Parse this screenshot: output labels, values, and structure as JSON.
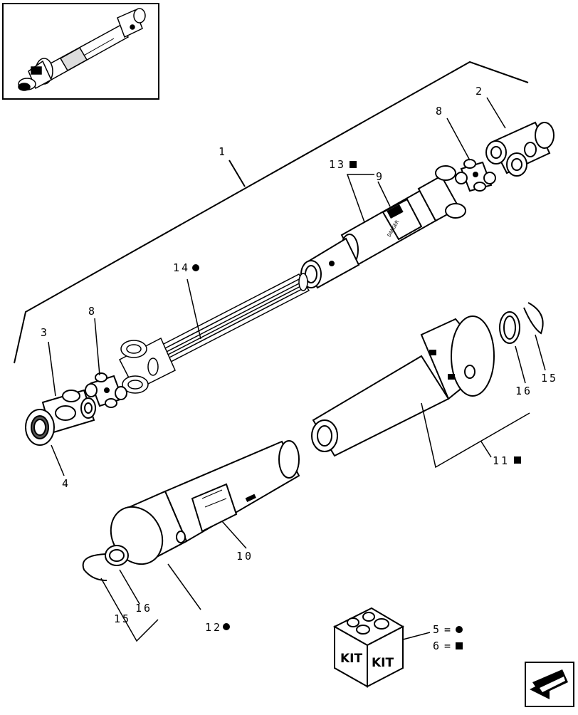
{
  "callouts": {
    "c1": "1",
    "c2": "2",
    "c3": "3",
    "c4": "4",
    "c8a": "8",
    "c8b": "8",
    "c9": "9",
    "c10": "10",
    "c11": "11",
    "c12": "12",
    "c13": "13",
    "c14": "14",
    "c15a": "15",
    "c15b": "15",
    "c16a": "16",
    "c16b": "16"
  },
  "kit": {
    "label_left": "KIT",
    "label_right": "KIT",
    "legend": [
      {
        "number": "5",
        "eq": "=",
        "symbol": "circle"
      },
      {
        "number": "6",
        "eq": "=",
        "symbol": "square"
      }
    ]
  },
  "symbols": {
    "c11": "square",
    "c12": "circle",
    "c13": "square",
    "c14": "circle"
  },
  "decals": {
    "danger": "DANGER"
  },
  "icons": {
    "thumbnail": "pto-shaft-thumbnail",
    "nav": "previous-arrow-icon"
  }
}
